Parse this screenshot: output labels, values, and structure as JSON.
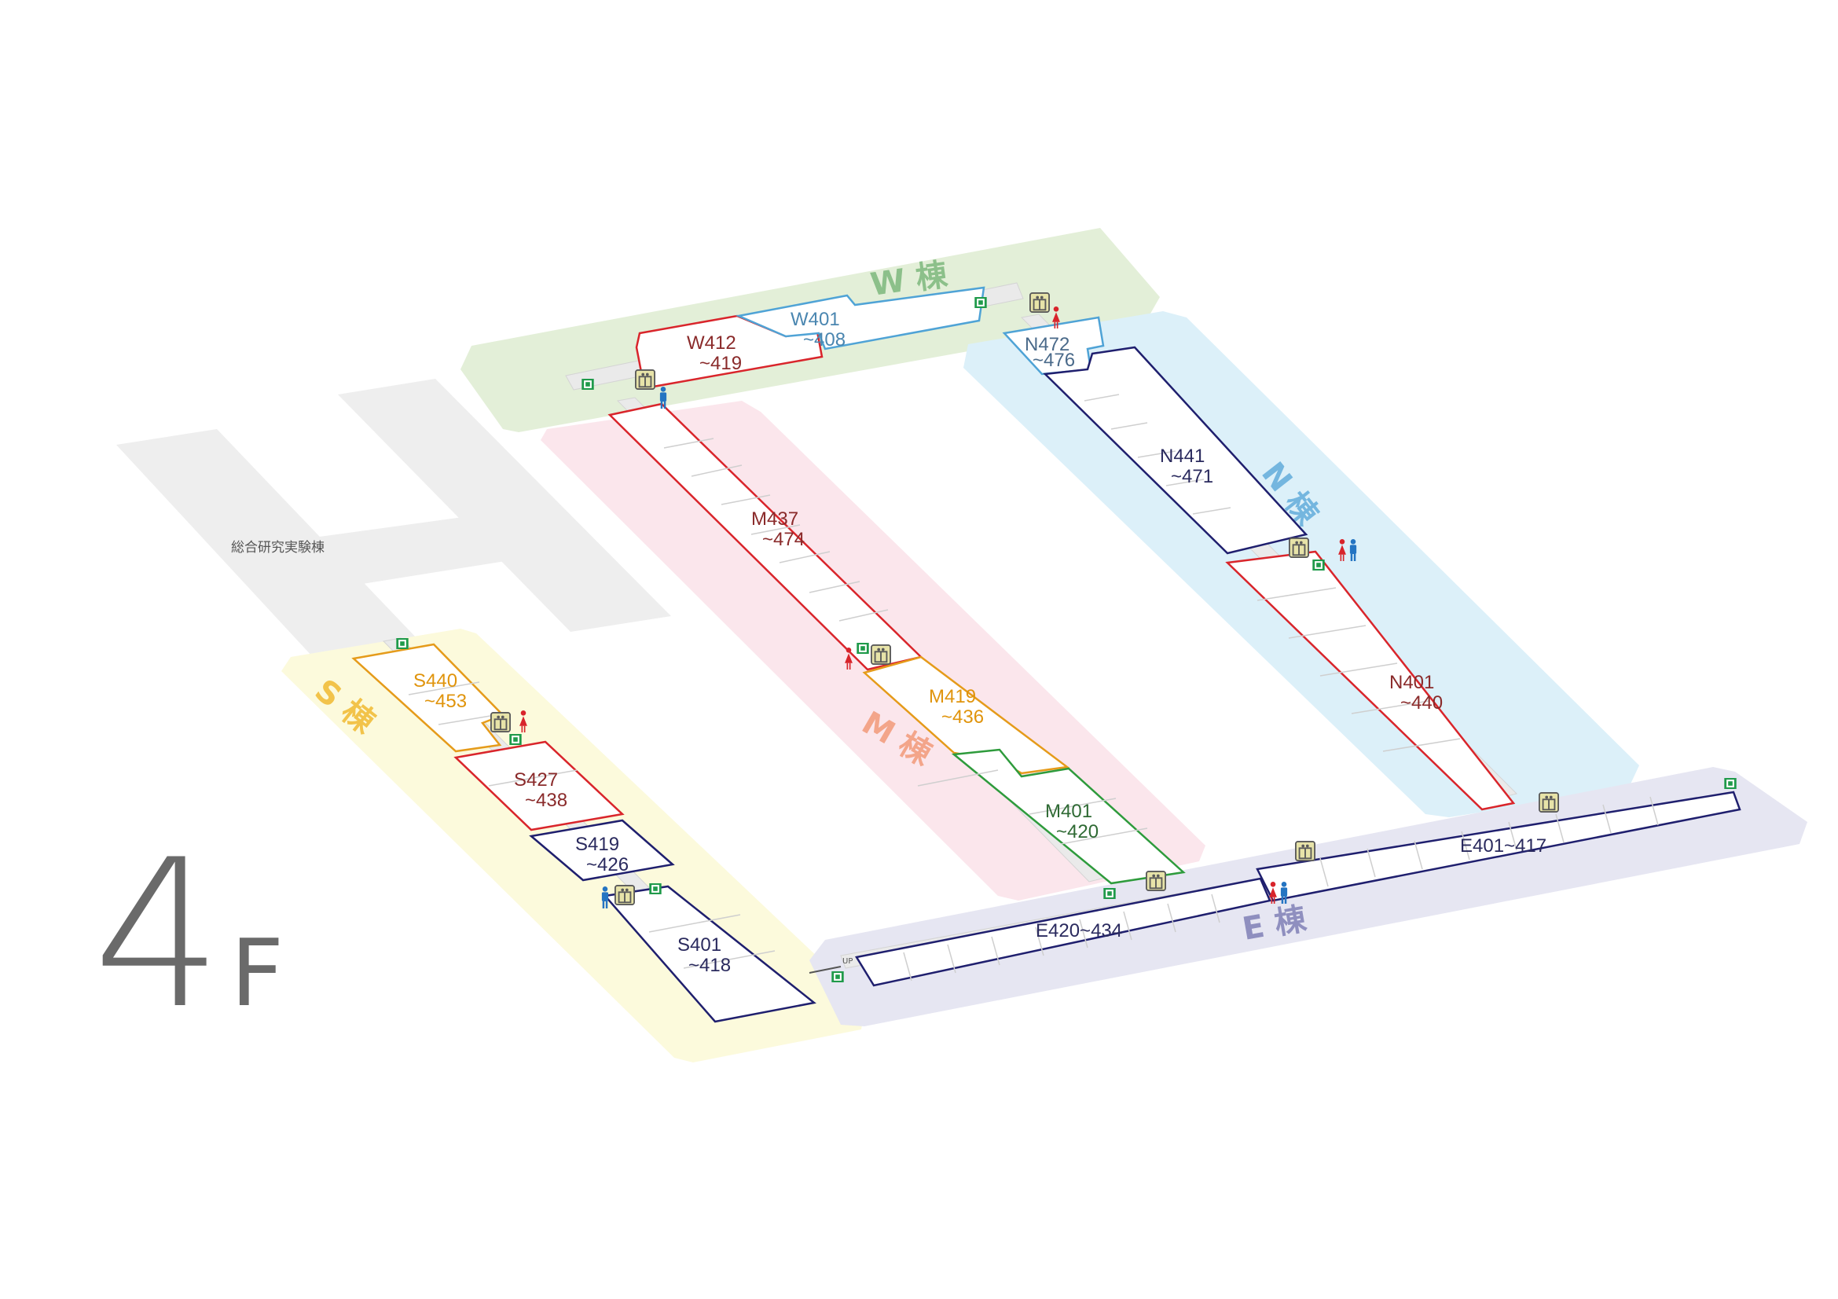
{
  "floor": {
    "number": "4",
    "suffix": "F"
  },
  "annex": {
    "label": "総合研究実験棟"
  },
  "zones": {
    "W": {
      "label": "W 棟",
      "color": "#8cc08a",
      "bg": "#e3efd8"
    },
    "N": {
      "label": "N 棟",
      "color": "#74b6df",
      "bg": "#dcf0f9"
    },
    "M": {
      "label": "M 棟",
      "color": "#f3a58a",
      "bg": "#fbe6ec"
    },
    "S": {
      "label": "S 棟",
      "color": "#f2c34a",
      "bg": "#fcfadc"
    },
    "E": {
      "label": "E 棟",
      "color": "#8f8fbf",
      "bg": "#e6e6f2"
    }
  },
  "ranges": {
    "w412": {
      "line1": "W412",
      "line2": "~419",
      "color": "#8a2a2a"
    },
    "w401": {
      "line1": "W401",
      "line2": "~408",
      "color": "#4a86b0"
    },
    "n472": {
      "line1": "N472",
      "line2": "~476",
      "color": "#4a6a8a"
    },
    "n441": {
      "line1": "N441",
      "line2": "~471",
      "color": "#2a2a5e"
    },
    "n401": {
      "line1": "N401",
      "line2": "~440",
      "color": "#8a2a2a"
    },
    "m437": {
      "line1": "M437",
      "line2": "~474",
      "color": "#8a2a2a"
    },
    "m419": {
      "line1": "M419",
      "line2": "~436",
      "color": "#e0940c"
    },
    "m401": {
      "line1": "M401",
      "line2": "~420",
      "color": "#2f6a34"
    },
    "s440": {
      "line1": "S440",
      "line2": "~453",
      "color": "#e0940c"
    },
    "s427": {
      "line1": "S427",
      "line2": "~438",
      "color": "#8a2a2a"
    },
    "s419": {
      "line1": "S419",
      "line2": "~426",
      "color": "#2a2a5e"
    },
    "s401": {
      "line1": "S401",
      "line2": "~418",
      "color": "#2a2a5e"
    },
    "e401": {
      "line1": "E401~417",
      "color": "#2a2a5e"
    },
    "e420": {
      "line1": "E420~434",
      "color": "#2a2a5e"
    }
  },
  "stairs": {
    "up_label": "UP"
  },
  "icons": {
    "elevator": "elevator-icon",
    "restroom_female": "restroom-female-icon",
    "restroom_male": "restroom-male-icon",
    "exit": "emergency-exit-icon"
  },
  "colors": {
    "red_line": "#d9252b",
    "orange_line": "#e59b1a",
    "green_line": "#2e9b3c",
    "navy_line": "#1f1f6e",
    "blue_line": "#4fa3d6",
    "corridor": "#eaeaea",
    "room_divider": "#cfcfcf",
    "annex_gray": "#eeeeee"
  }
}
